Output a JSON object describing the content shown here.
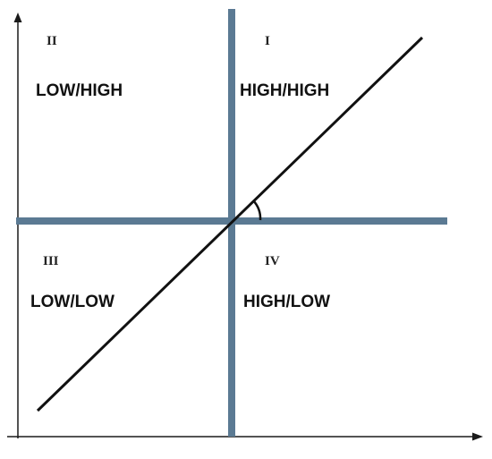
{
  "quadrants": {
    "q1": {
      "numeral": "I",
      "label": "HIGH/HIGH"
    },
    "q2": {
      "numeral": "II",
      "label": "LOW/HIGH"
    },
    "q3": {
      "numeral": "III",
      "label": "LOW/LOW"
    },
    "q4": {
      "numeral": "IV",
      "label": "HIGH/LOW"
    }
  },
  "colors": {
    "divider": "#5b7a93",
    "axis": "#1a1a1a",
    "text": "#111111"
  }
}
